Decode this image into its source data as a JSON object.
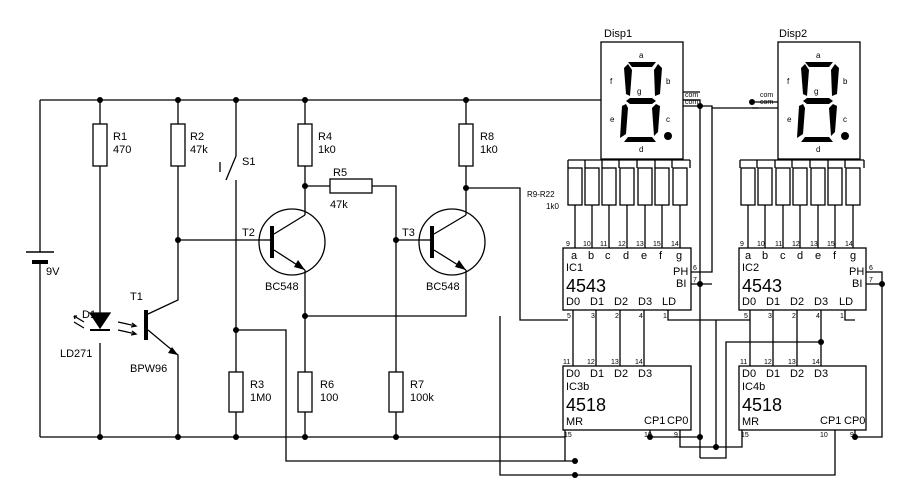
{
  "battery": {
    "label": "9V"
  },
  "components": {
    "R1": {
      "name": "R1",
      "value": "470"
    },
    "R2": {
      "name": "R2",
      "value": "47k"
    },
    "R3": {
      "name": "R3",
      "value": "1M0"
    },
    "R4": {
      "name": "R4",
      "value": "1k0"
    },
    "R5": {
      "name": "R5",
      "value": "47k"
    },
    "R6": {
      "name": "R6",
      "value": "100"
    },
    "R7": {
      "name": "R7",
      "value": "100k"
    },
    "R8": {
      "name": "R8",
      "value": "1k0"
    },
    "R9": {
      "name": "R9-R22",
      "value": "1k0"
    },
    "S1": {
      "name": "S1"
    },
    "D1": {
      "name": "D1",
      "part": "LD271"
    },
    "T1": {
      "name": "T1",
      "part": "BPW96"
    },
    "T2": {
      "name": "T2",
      "part": "BC548"
    },
    "T3": {
      "name": "T3",
      "part": "BC548"
    }
  },
  "displays": [
    {
      "name": "Disp1",
      "segs": [
        "a",
        "b",
        "c",
        "d",
        "e",
        "f",
        "g"
      ],
      "com": "com"
    },
    {
      "name": "Disp2",
      "segs": [
        "a",
        "b",
        "c",
        "d",
        "e",
        "f",
        "g"
      ],
      "com": "com"
    }
  ],
  "ics": {
    "ic1": {
      "name": "IC1",
      "part": "4543",
      "top_pins": [
        "a",
        "b",
        "c",
        "d",
        "e",
        "f",
        "g"
      ],
      "top_nums": [
        "9",
        "10",
        "11",
        "12",
        "13",
        "15",
        "14"
      ],
      "bottom": [
        "D0",
        "D1",
        "D2",
        "D3",
        "LD"
      ],
      "bottom_nums": [
        "5",
        "3",
        "2",
        "4",
        "1"
      ],
      "ph": "PH",
      "bi": "BI",
      "ph_num": "6",
      "bi_num": "7"
    },
    "ic2": {
      "name": "IC2",
      "part": "4543",
      "top_pins": [
        "a",
        "b",
        "c",
        "d",
        "e",
        "f",
        "g"
      ],
      "top_nums": [
        "9",
        "10",
        "11",
        "12",
        "13",
        "15",
        "14"
      ],
      "bottom": [
        "D0",
        "D1",
        "D2",
        "D3",
        "LD"
      ],
      "bottom_nums": [
        "5",
        "3",
        "2",
        "4",
        "1"
      ],
      "ph": "PH",
      "bi": "BI",
      "ph_num": "6",
      "bi_num": "7"
    },
    "ic3": {
      "name": "IC3b",
      "part": "4518",
      "top": [
        "D0",
        "D1",
        "D2",
        "D3"
      ],
      "top_nums": [
        "11",
        "12",
        "13",
        "14"
      ],
      "mr": "MR",
      "mr_num": "15",
      "cp1": "CP1",
      "cp0": "CP0",
      "cp1_num": "10",
      "cp0_num": "9"
    },
    "ic4": {
      "name": "IC4b",
      "part": "4518",
      "top": [
        "D0",
        "D1",
        "D2",
        "D3"
      ],
      "top_nums": [
        "11",
        "12",
        "13",
        "14"
      ],
      "mr": "MR",
      "mr_num": "15",
      "cp1": "CP1",
      "cp0": "CP0",
      "cp1_num": "10",
      "cp0_num": "9"
    }
  }
}
